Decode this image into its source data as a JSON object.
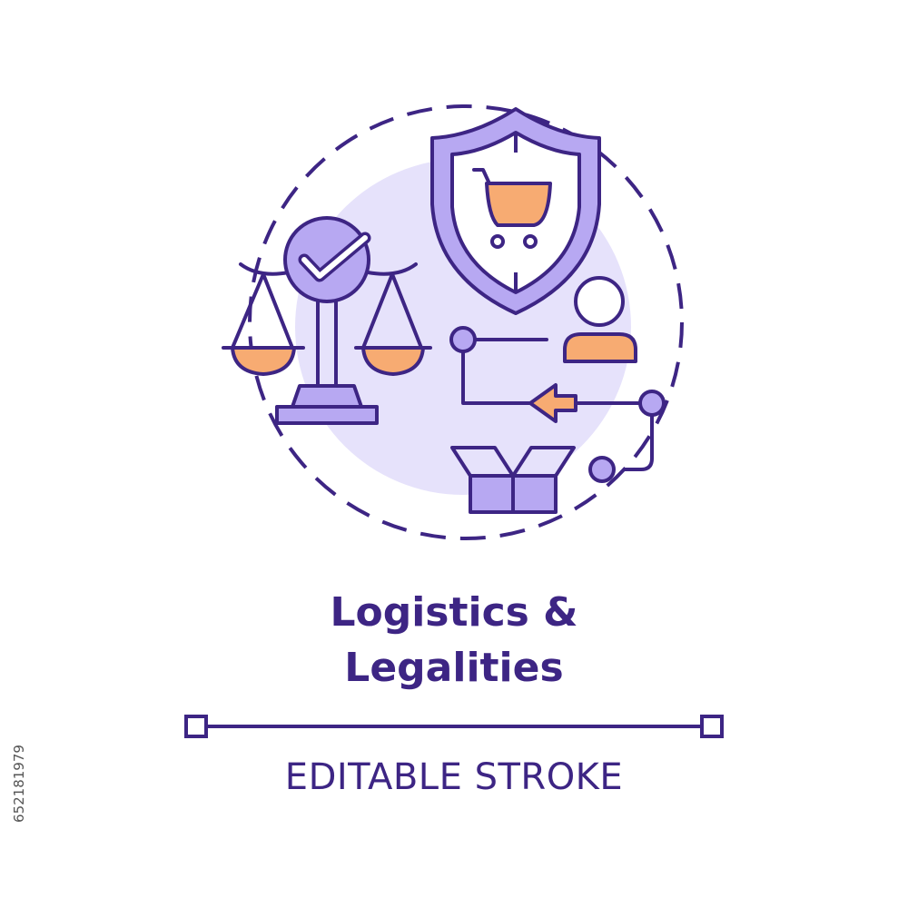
{
  "title": {
    "line1": "Logistics &",
    "line2": "Legalities"
  },
  "caption": "EDITABLE STROKE",
  "stock_id": "652181979",
  "colors": {
    "outline": "#3d2584",
    "fill_purple": "#b7a8f2",
    "fill_lavender": "#e6e2fb",
    "fill_orange": "#f7ab72",
    "background": "#ffffff"
  },
  "icons": [
    "scales-icon",
    "checkmark-badge-icon",
    "shield-icon",
    "shopping-cart-icon",
    "user-icon",
    "arrow-left-icon",
    "open-box-icon"
  ]
}
